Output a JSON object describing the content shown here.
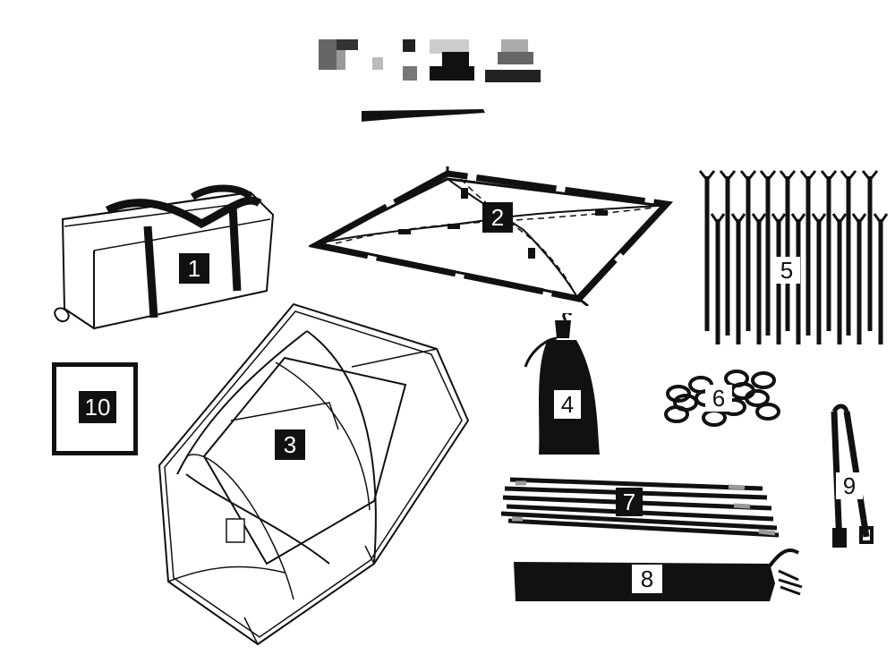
{
  "labels": {
    "bag": "1",
    "footprint": "2",
    "tent": "3",
    "sack": "4",
    "stakes": "5",
    "ropes": "6",
    "poles": "7",
    "pole_bag": "8",
    "strap": "9",
    "extra": "10"
  },
  "colors": {
    "ink": "#111111",
    "paper": "#ffffff"
  },
  "icons": {
    "logo": "pixelated-brand-logo",
    "bag": "duffel-bag-icon",
    "footprint": "groundsheet-icon",
    "tent": "dome-tent-icon",
    "sack": "stuff-sack-icon",
    "stakes": "tent-stakes-icon",
    "ropes": "guy-ropes-icon",
    "poles": "tent-poles-icon",
    "pole_bag": "pole-bag-icon",
    "strap": "strap-icon"
  }
}
